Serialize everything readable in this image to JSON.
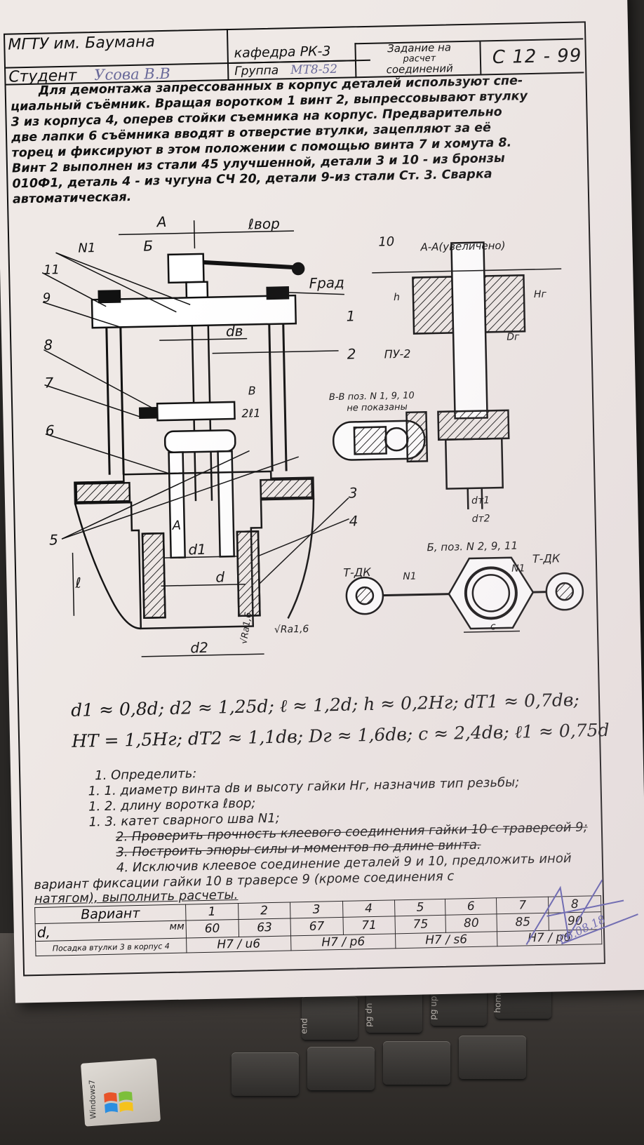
{
  "header": {
    "university": "МГТУ им. Баумана",
    "department": "кафедра РК-3",
    "task_title": "Задание на расчет соединений",
    "task_title_l1": "Задание на",
    "task_title_l2": "расчет",
    "task_title_l3": "соединений",
    "student_label": "Студент",
    "student_name": "Усова В.В",
    "group_label": "Группа",
    "group_value": "МТ8-52",
    "code": "С 12 - 99"
  },
  "intro_lines": [
    "Для демонтажа запрессованных в корпус деталей используют спе-",
    "циальный съёмник. Вращая воротком 1 винт 2, выпрессовывают втулку",
    "3 из корпуса 4, оперев стойки съемника на корпус. Предварительно",
    "две лапки 6 съёмника вводят в отверстие втулки, зацепляют за её",
    "торец и фиксируют в этом положении с помощью винта 7 и хомута 8.",
    "Винт 2 выполнен из стали 45 улучшенной, детали 3 и 10 - из бронзы",
    "010Ф1, деталь 4 - из чугуна СЧ 20, детали 9-из стали Ст. 3. Сварка",
    "автоматическая."
  ],
  "drawing_labels": {
    "A": "A",
    "B_cyr": "Б",
    "l_vor": "ℓвор",
    "N1": "N1",
    "n11": "11",
    "n9": "9",
    "F_rad": "Fрад",
    "n1": "1",
    "d_v": "dв",
    "n2": "2",
    "n8": "8",
    "n7": "7",
    "B": "B",
    "n2l1": "2ℓ1",
    "n6": "6",
    "n3": "3",
    "n4": "4",
    "n5": "5",
    "A2": "A",
    "d1": "d1",
    "d": "d",
    "l": "ℓ",
    "d2": "d2",
    "Ra16a": "√Ra1,6",
    "Ra16b": "√Ra1,6",
    "n10": "10",
    "AA": "A-A(увеличено)",
    "h": "h",
    "Hg": "Hг",
    "Dg": "Dг",
    "PU2": "ПУ-2",
    "BB": "В-В поз. N 1, 9, 10",
    "BB2": "не показаны",
    "dt1": "dт1",
    "dt2": "dт2",
    "Bview": "Б, поз. N 2, 9, 11",
    "Tdk1": "Т-ДК",
    "N1a": "N1",
    "N1b": "N1",
    "Tdk2": "Т-ДК",
    "c": "c"
  },
  "formulas": {
    "line1": "d1 ≈ 0,8d;  d2 ≈ 1,25d;  ℓ ≈ 1,2d;  h ≈ 0,2Hг;  dT1 ≈ 0,7dв;",
    "line2": "HT = 1,5Hг;  dT2 ≈ 1,1dв;  Dг ≈ 1,6dв;  c ≈ 2,4dв;  ℓ1 ≈ 0,75d"
  },
  "tasks": {
    "t1": "1. Определить:",
    "t11": "1. 1. диаметр винта dв и высоту гайки Hг, назначив тип резьбы;",
    "t12": "1. 2. длину воротка ℓвор;",
    "t13": "1. 3. катет сварного шва N1;",
    "t2": "2. Проверить прочность клеевого соединения гайки 10 с траверсой 9;",
    "t2b": "Проверить прочность клеевого соединения гайки 10 с траверсой 9",
    "t3": "3. Построить эпюры силы и моментов по длине винта.",
    "t3b": "Построить эпюры силы и моментов по длине винта",
    "t4": "4. Исключив клеевое соединение деталей 9 и 10, предложить иной",
    "t4b": "вариант фиксации гайки 10 в траверсе 9 (кроме соединения с",
    "t4c": "натягом), выполнить расчеты."
  },
  "table": {
    "row1_label": "Вариант",
    "variants": [
      "1",
      "2",
      "3",
      "4",
      "5",
      "6",
      "7",
      "8"
    ],
    "row2_label": "d,",
    "row2_unit": "мм",
    "d_values": [
      "60",
      "63",
      "67",
      "71",
      "75",
      "80",
      "85",
      "90"
    ],
    "row3_label": "Посадка втулки 3 в корпус 4",
    "fits": [
      "H7 / u6",
      "H7 / p6",
      "H7 / s6",
      "H7 / p6"
    ]
  },
  "signature_date": "06.08.18",
  "keyboard": {
    "keys": [
      "end",
      "pg dn",
      "pg up",
      "home"
    ]
  },
  "sticker": "Windows7"
}
